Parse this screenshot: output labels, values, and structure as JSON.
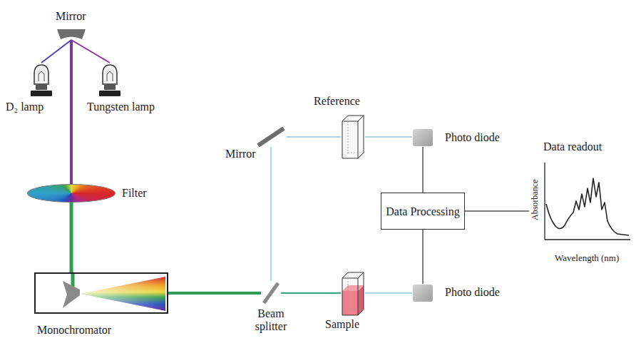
{
  "diagram": {
    "nodes": [
      {
        "text": [
          "Mirror"
        ]
      },
      {
        "text": [
          "D₂ lamp"
        ]
      },
      {
        "text": [
          "Tungsten lamp"
        ]
      },
      {
        "text": [
          "Filter"
        ]
      },
      {
        "text": [
          "Monochromator"
        ]
      },
      {
        "text": [
          "Beam splitter"
        ]
      },
      {
        "text": [
          "Mirror"
        ]
      },
      {
        "text": [
          "Reference"
        ]
      },
      {
        "text": [
          "Sample"
        ]
      },
      {
        "text": [
          "Photo diode"
        ]
      },
      {
        "text": [
          "Photo diode"
        ]
      },
      {
        "text": [
          "Data Processing"
        ]
      },
      {
        "text": [
          "Data readout",
          "Absorbance",
          "Wavelength (nm)"
        ]
      }
    ],
    "edges": [
      {
        "from": 1,
        "to": 0,
        "arrow": "none"
      },
      {
        "from": 2,
        "to": 0,
        "arrow": "none"
      },
      {
        "from": 0,
        "to": 3,
        "arrow": "none"
      },
      {
        "from": 3,
        "to": 4,
        "arrow": "none"
      },
      {
        "from": 4,
        "to": 5,
        "arrow": "none"
      },
      {
        "from": 5,
        "to": 8,
        "arrow": "none"
      },
      {
        "from": 8,
        "to": 10,
        "arrow": "none"
      },
      {
        "from": 5,
        "to": 6,
        "arrow": "none"
      },
      {
        "from": 6,
        "to": 7,
        "arrow": "none"
      },
      {
        "from": 7,
        "to": 9,
        "arrow": "none"
      },
      {
        "from": 9,
        "to": 11,
        "arrow": "none"
      },
      {
        "from": 10,
        "to": 11,
        "arrow": "none"
      },
      {
        "from": 11,
        "to": 12,
        "arrow": "none"
      }
    ]
  }
}
